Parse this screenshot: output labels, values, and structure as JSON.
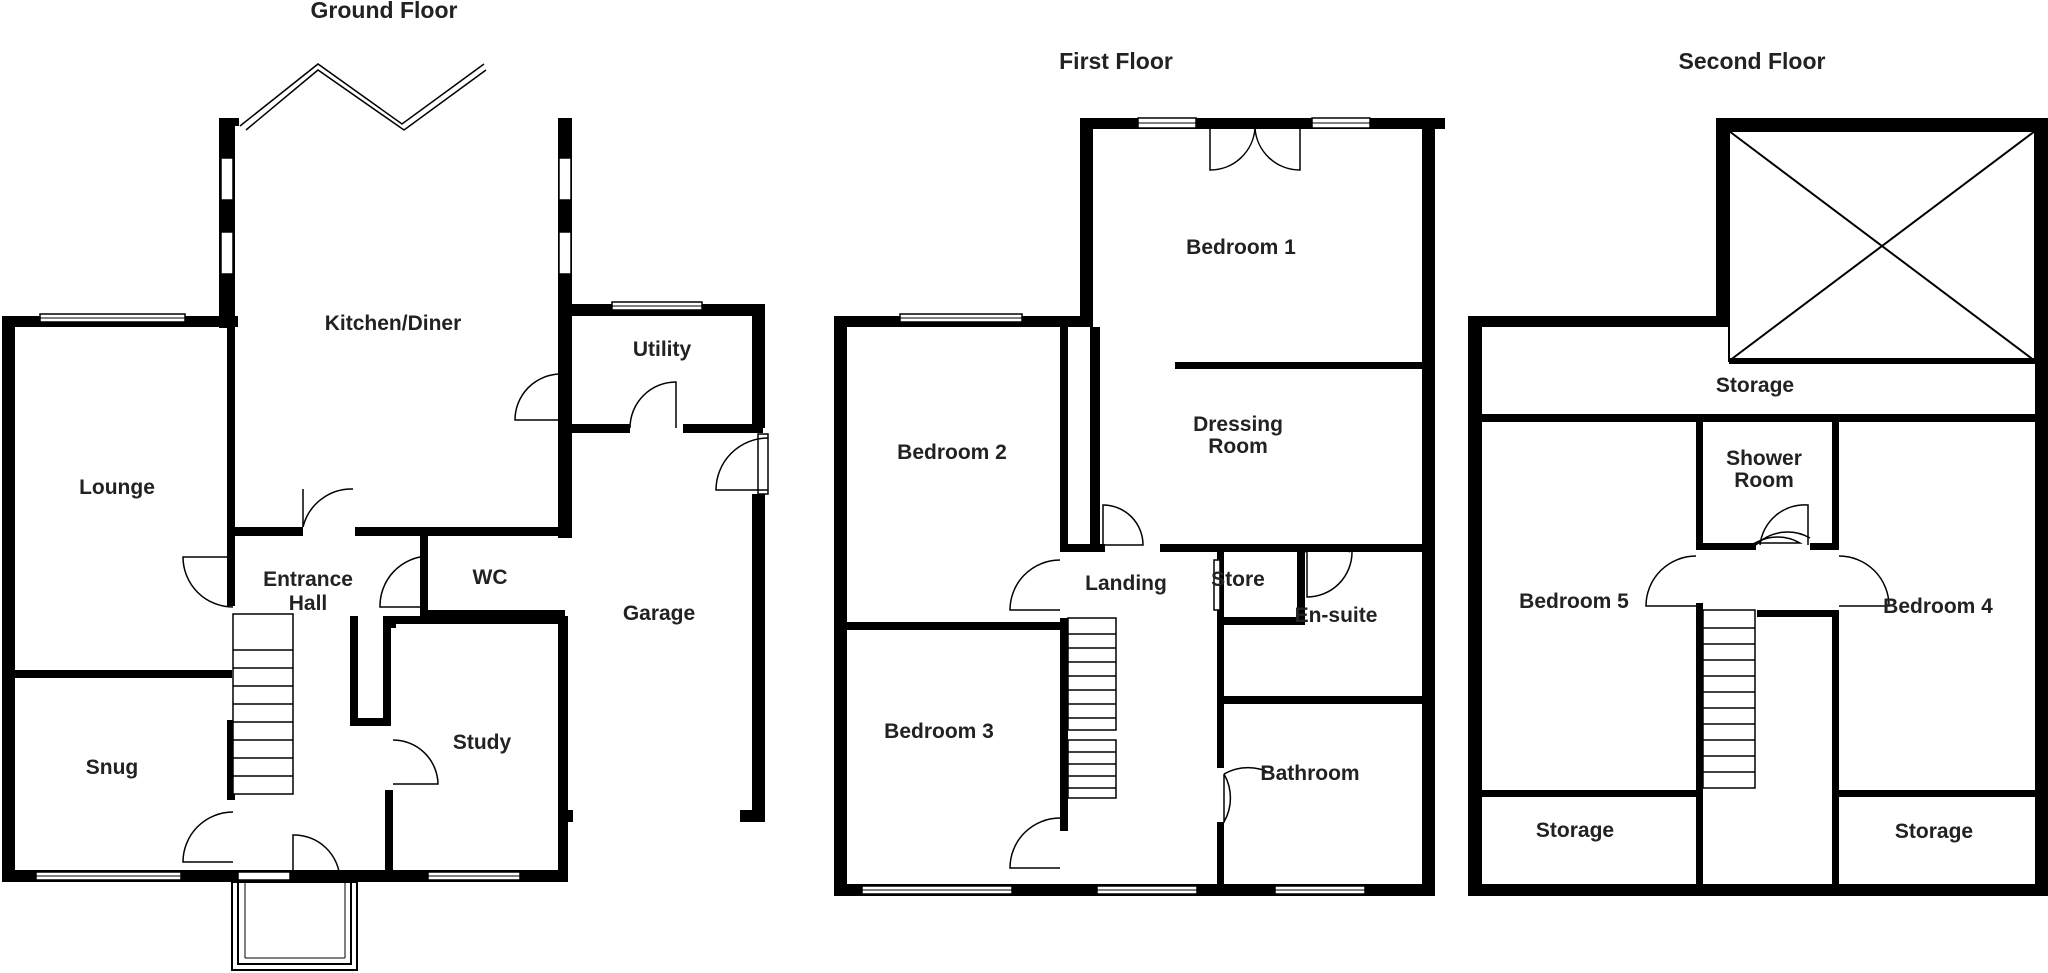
{
  "titles": {
    "ground": "Ground Floor",
    "first": "First Floor",
    "second": "Second Floor"
  },
  "ground_rooms": {
    "kitchen": "Kitchen/Diner",
    "utility": "Utility",
    "lounge": "Lounge",
    "entrance_1": "Entrance",
    "entrance_2": "Hall",
    "wc": "WC",
    "garage": "Garage",
    "study": "Study",
    "snug": "Snug"
  },
  "first_rooms": {
    "bedroom1": "Bedroom 1",
    "bedroom2": "Bedroom 2",
    "dressing_1": "Dressing",
    "dressing_2": "Room",
    "landing": "Landing",
    "store": "Store",
    "ensuite": "En-suite",
    "bedroom3": "Bedroom 3",
    "bathroom": "Bathroom"
  },
  "second_rooms": {
    "storage_top": "Storage",
    "shower_1": "Shower",
    "shower_2": "Room",
    "bedroom5": "Bedroom 5",
    "bedroom4": "Bedroom 4",
    "storage_left": "Storage",
    "storage_right": "Storage"
  }
}
